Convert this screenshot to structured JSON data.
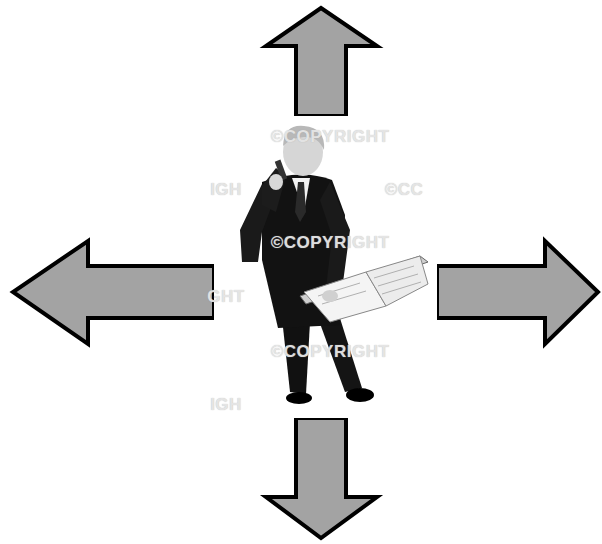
{
  "diagram": {
    "labels": [
      "©COPYRIGHT",
      "IGH",
      "©CC",
      "©COPYRIGHT",
      "GHT",
      "©COPYRIGHT",
      "IGH"
    ]
  }
}
